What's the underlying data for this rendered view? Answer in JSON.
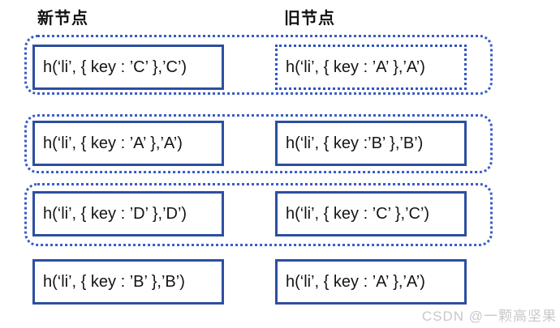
{
  "headers": {
    "new_label": "新节点",
    "old_label": "旧节点"
  },
  "watermark": "CSDN @一颗高坚果",
  "colors": {
    "solid_box_border": "#2c4fa0",
    "dotted_border": "#3a5cc5",
    "text": "#141414",
    "watermark": "#c8c8c8",
    "background": "#ffffff"
  },
  "rows": [
    {
      "grouped": true,
      "new_node": {
        "code": "h(‘li’, { key : ’C’ },’C’)",
        "border_style": "solid"
      },
      "old_node": {
        "code": "h(‘li’, { key : ’A’ },’A’)",
        "border_style": "dotted"
      }
    },
    {
      "grouped": true,
      "new_node": {
        "code": "h(‘li’, { key : ’A’ },’A’)",
        "border_style": "solid"
      },
      "old_node": {
        "code": "h(‘li’, { key :’B’ },’B’)",
        "border_style": "solid"
      }
    },
    {
      "grouped": true,
      "new_node": {
        "code": "h(‘li’, { key : ’D’ },’D’)",
        "border_style": "solid"
      },
      "old_node": {
        "code": "h(‘li’, { key : ’C’ },’C’)",
        "border_style": "solid"
      }
    },
    {
      "grouped": false,
      "new_node": {
        "code": "h(‘li’, { key : ’B’ },’B’)",
        "border_style": "solid"
      },
      "old_node": {
        "code": "h(‘li’, { key : ’A’ },’A’)",
        "border_style": "solid"
      }
    }
  ]
}
